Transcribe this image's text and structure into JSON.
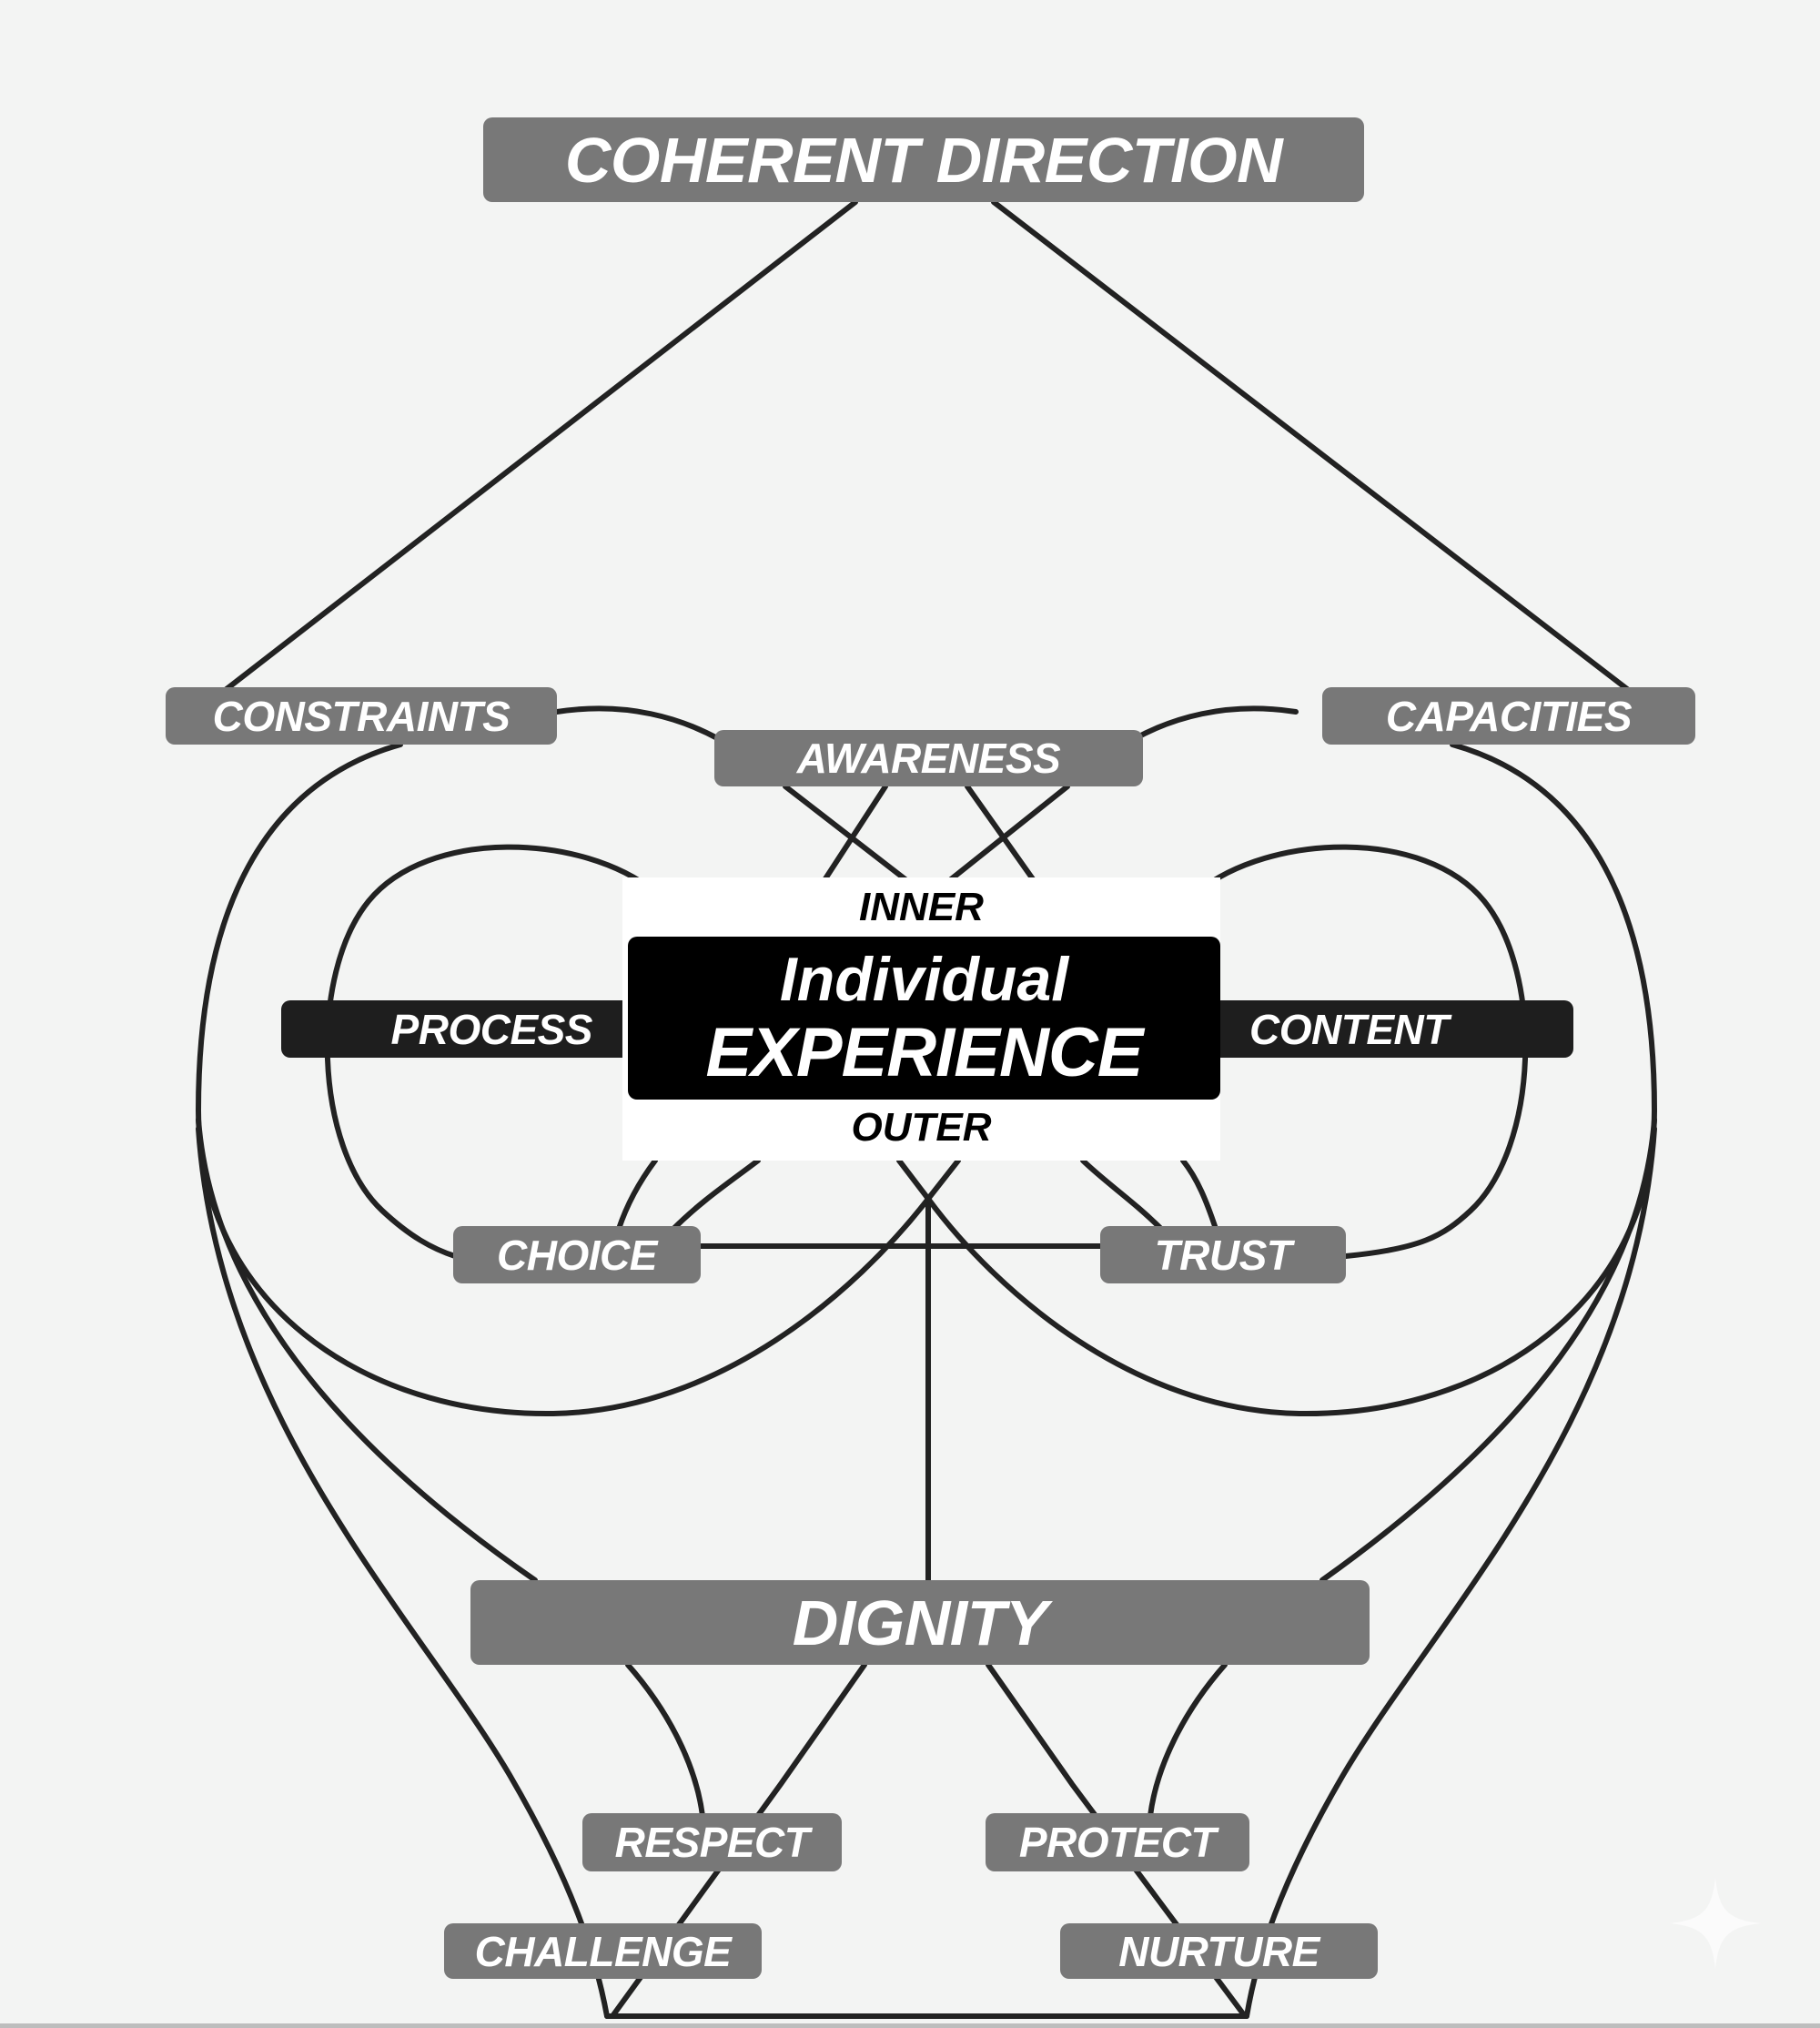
{
  "diagram": {
    "top": "COHERENT DIRECTION",
    "left_pillar": "CONSTRAINTS",
    "right_pillar": "CAPACITIES",
    "center_top": "AWARENESS",
    "core": {
      "inner_label": "INNER",
      "outer_label": "OUTER",
      "title_line1": "Individual",
      "title_line2": "EXPERIENCE",
      "left_arm": "PROCESS",
      "right_arm": "CONTENT"
    },
    "choice": "CHOICE",
    "trust": "TRUST",
    "foundation": "DIGNITY",
    "respect": "RESPECT",
    "protect": "PROTECT",
    "challenge": "CHALLENGE",
    "nurture": "NURTURE"
  },
  "colors": {
    "background": "#f3f4f3",
    "label_box": "#787878",
    "arm_box": "#1e1e1e",
    "core_box": "#000000",
    "line": "#222222"
  },
  "icons": {
    "watermark": "sparkle-icon"
  }
}
